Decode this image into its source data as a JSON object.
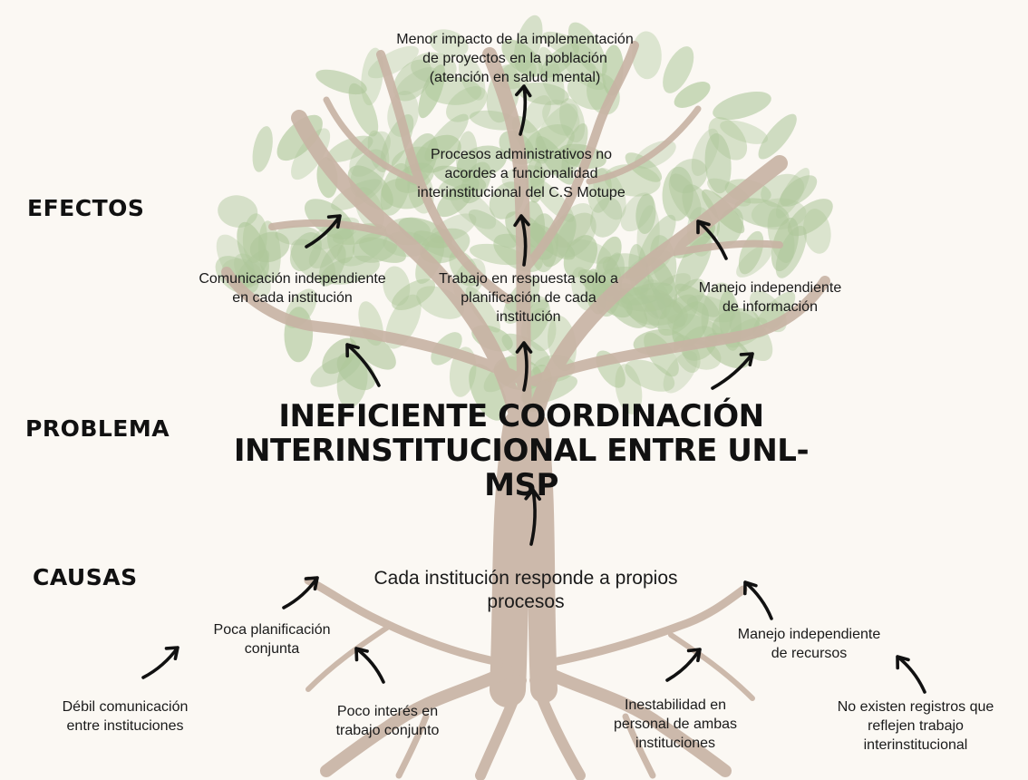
{
  "sections": {
    "effects": "EFECTOS",
    "problem": "PROBLEMA",
    "causes": "CAUSAS"
  },
  "problem": {
    "line1": "INEFICIENTE COORDINACIÓN",
    "line2": "INTERINSTITUCIONAL ENTRE UNL-MSP"
  },
  "effects": {
    "top": [
      "Menor impacto de la implementación",
      "de  proyectos en la población",
      "(atención en salud mental)"
    ],
    "middle": [
      "Procesos administrativos  no",
      "acordes a funcionalidad",
      "interinstitucional del C.S Motupe"
    ],
    "left": [
      "Comunicación independiente",
      "en cada institución"
    ],
    "center": [
      "Trabajo en respuesta solo a",
      "planificación de cada",
      "institución"
    ],
    "right": [
      "Manejo independiente",
      "de información"
    ]
  },
  "causes": {
    "main": [
      "Cada institución responde a propios",
      "procesos"
    ],
    "planning": [
      "Poca planificación",
      "conjunta"
    ],
    "resources": [
      "Manejo independiente",
      "de recursos"
    ],
    "weak_communication": [
      "Débil comunicación",
      "entre instituciones"
    ],
    "interest": [
      "Poco interés en",
      "trabajo conjunto"
    ],
    "instability": [
      "Inestabilidad en",
      "personal de ambas",
      "instituciones"
    ],
    "no_records": [
      "No existen registros que",
      "reflejen trabajo",
      "interinstitucional"
    ]
  },
  "colors": {
    "background": "#fbf8f3",
    "leaves": "#aec79a",
    "trunk": "#c8b3a4",
    "text": "#111111"
  }
}
